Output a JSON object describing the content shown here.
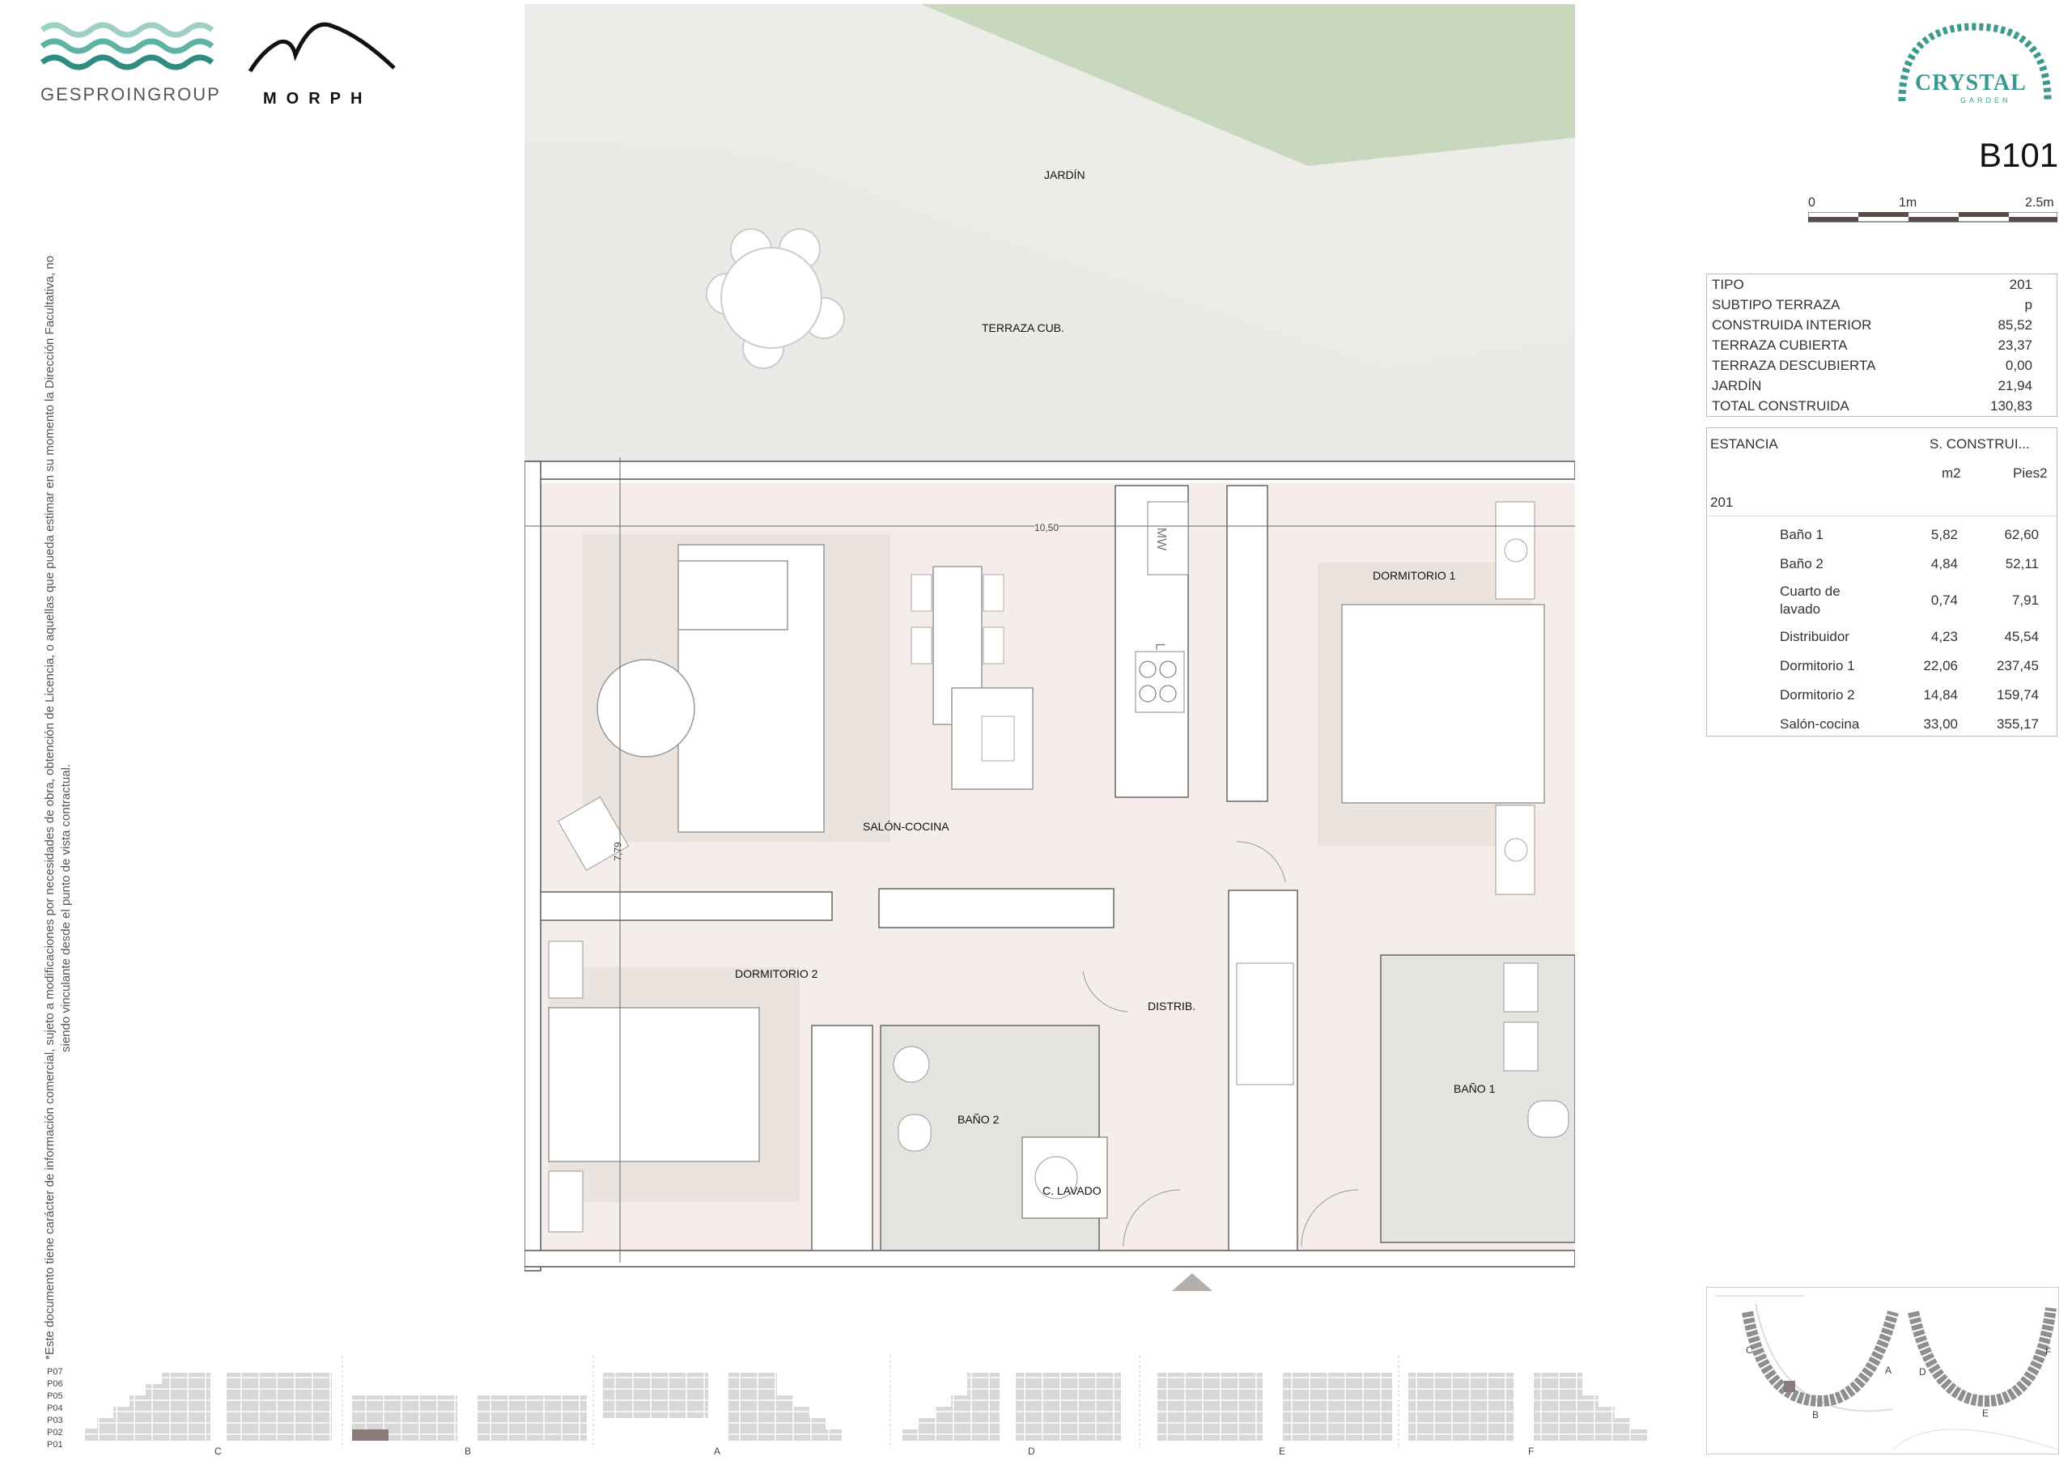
{
  "header": {
    "brand1": "GESPROINGROUP",
    "brand2": "MORPH",
    "brand3_top": "CRYSTAL",
    "brand3_bottom": "GARDEN"
  },
  "unit_code": "B101",
  "scale": {
    "start": "0",
    "mid": "1m",
    "end": "2.5m"
  },
  "info_table": [
    {
      "label": "TIPO",
      "value": "201"
    },
    {
      "label": "SUBTIPO TERRAZA",
      "value": "p"
    },
    {
      "label": "CONSTRUIDA INTERIOR",
      "value": "85,52"
    },
    {
      "label": "TERRAZA CUBIERTA",
      "value": "23,37"
    },
    {
      "label": "TERRAZA DESCUBIERTA",
      "value": "0,00"
    },
    {
      "label": "JARDÍN",
      "value": "21,94"
    },
    {
      "label": "TOTAL CONSTRUIDA",
      "value": "130,83"
    }
  ],
  "rooms_table": {
    "col_estancia": "ESTANCIA",
    "col_surface": "S. CONSTRUI...",
    "col_m2": "m2",
    "col_ft": "Pies2",
    "group": "201",
    "rows": [
      {
        "name": "Baño 1",
        "m2": "5,82",
        "ft": "62,60"
      },
      {
        "name": "Baño 2",
        "m2": "4,84",
        "ft": "52,11"
      },
      {
        "name": "Cuarto de lavado",
        "m2": "0,74",
        "ft": "7,91"
      },
      {
        "name": "Distribuidor",
        "m2": "4,23",
        "ft": "45,54"
      },
      {
        "name": "Dormitorio 1",
        "m2": "22,06",
        "ft": "237,45"
      },
      {
        "name": "Dormitorio 2",
        "m2": "14,84",
        "ft": "159,74"
      },
      {
        "name": "Salón-cocina",
        "m2": "33,00",
        "ft": "355,17"
      }
    ]
  },
  "disclaimer_line1": "*Este documento tiene carácter de información comercial, sujeto a modificaciones por necesidades de obra, obtención de Licencia, o aquellas que pueda estimar en su momento la Dirección Facultativa, no",
  "disclaimer_line2": "siendo vinculante desde el punto de vista contractual.",
  "plan_labels": {
    "jardin": "JARDÍN",
    "terraza": "TERRAZA CUB.",
    "dorm1": "DORMITORIO 1",
    "salon": "SALÓN-COCINA",
    "dorm2": "DORMITORIO 2",
    "distrib": "DISTRIB.",
    "bano2": "BAÑO 2",
    "bano1": "BAÑO 1",
    "lavado": "C. LAVADO",
    "dim_h": "10,50",
    "dim_v": "7,79",
    "mw": "MW",
    "l": "L"
  },
  "site_map_labels": [
    "C",
    "A",
    "B",
    "D",
    "E",
    "F"
  ],
  "floors": [
    "P07",
    "P06",
    "P05",
    "P04",
    "P03",
    "P02",
    "P01"
  ],
  "buildings": [
    "C",
    "B",
    "A",
    "D",
    "E",
    "F"
  ],
  "colors": {
    "floor": "#f5ede9",
    "terrace": "#ecede9",
    "garden": "#c7d8bd",
    "bath": "#e6e4e1",
    "accent": "#3a9a8f",
    "highlight": "#8a7b78"
  }
}
